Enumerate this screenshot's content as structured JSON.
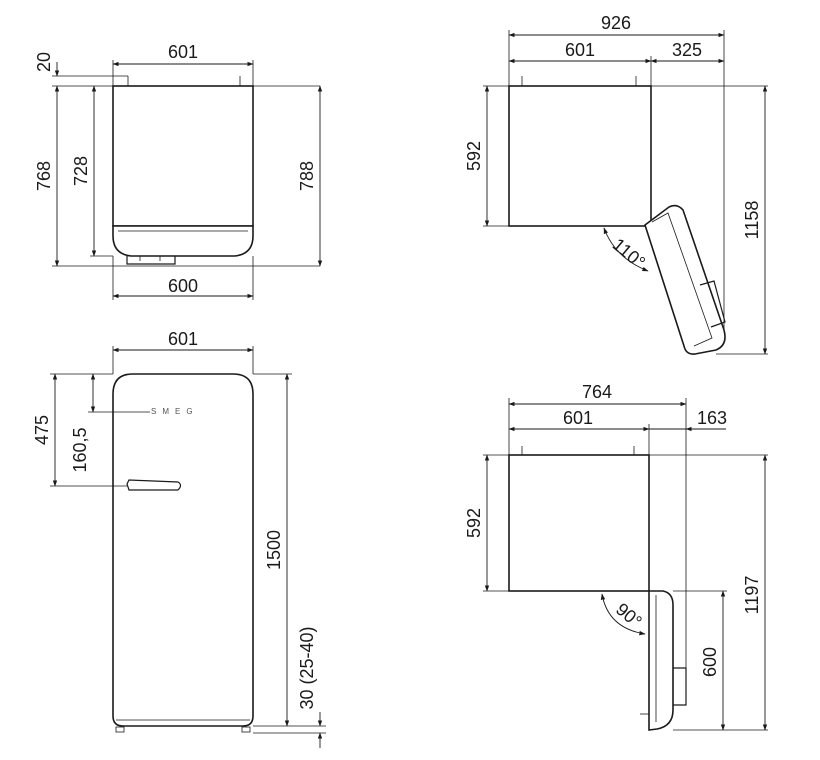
{
  "top_view": {
    "width_top": "601",
    "depth_total": "768",
    "depth_body": "728",
    "depth_with_handle": "788",
    "width_bottom": "600",
    "clearance_top": "20"
  },
  "door_110": {
    "width_open": "926",
    "width_body": "601",
    "door_swing": "325",
    "depth_body": "592",
    "depth_total": "1158",
    "angle": "110°"
  },
  "front_view": {
    "width": "601",
    "handle_height": "475",
    "logo_height": "160,5",
    "height": "1500",
    "feet": "30 (25-40)",
    "logo_text": "SMEG"
  },
  "door_90": {
    "width_open": "764",
    "width_body": "601",
    "door_swing": "163",
    "depth_body": "592",
    "door_depth": "600",
    "depth_total": "1197",
    "angle": "90°"
  }
}
